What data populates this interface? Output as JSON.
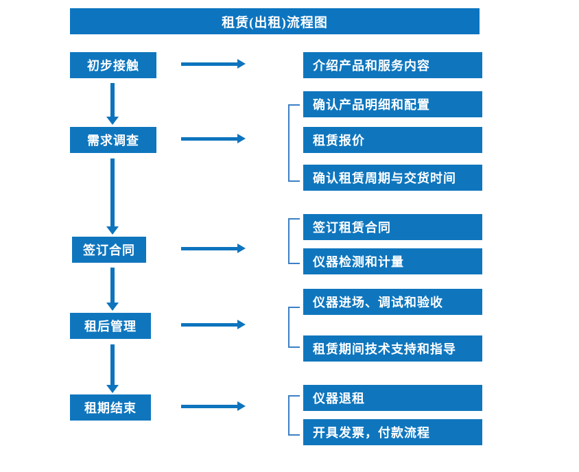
{
  "chart_data": {
    "type": "diagram",
    "title": "租赁(出租)流程图",
    "diagram_kind": "flowchart",
    "orientation": "vertical-with-right-branches",
    "colors": {
      "box_fill": "#0f76be",
      "title_fill": "#0d75c0",
      "box_text": "#ffffff",
      "arrow": "#0d74bd",
      "bracket": "#3b7fc4",
      "background": "#ffffff"
    },
    "stages": [
      {
        "stage": "初步接触",
        "outputs": [
          "介绍产品和服务内容"
        ],
        "grouped": false
      },
      {
        "stage": "需求调查",
        "outputs": [
          "确认产品明细和配置",
          "租赁报价",
          "确认租赁周期与交货时间"
        ],
        "grouped": true
      },
      {
        "stage": "签订合同",
        "outputs": [
          "签订租赁合同",
          "仪器检测和计量"
        ],
        "grouped": true
      },
      {
        "stage": "租后管理",
        "outputs": [
          "仪器进场、调试和验收",
          "租赁期间技术支持和指导"
        ],
        "grouped": true
      },
      {
        "stage": "租期结束",
        "outputs": [
          "仪器退租",
          "开具发票，付款流程"
        ],
        "grouped": true
      }
    ]
  },
  "title": {
    "text": "租赁(出租)流程图"
  },
  "stages": [
    {
      "label": "初步接触"
    },
    {
      "label": "需求调查"
    },
    {
      "label": "签订合同"
    },
    {
      "label": "租后管理"
    },
    {
      "label": "租期结束"
    }
  ],
  "details": [
    {
      "label": "介绍产品和服务内容"
    },
    {
      "label": "确认产品明细和配置"
    },
    {
      "label": "租赁报价"
    },
    {
      "label": "确认租赁周期与交货时间"
    },
    {
      "label": "签订租赁合同"
    },
    {
      "label": "仪器检测和计量"
    },
    {
      "label": "仪器进场、调试和验收"
    },
    {
      "label": "租赁期间技术支持和指导"
    },
    {
      "label": "仪器退租"
    },
    {
      "label": "开具发票，付款流程"
    }
  ]
}
